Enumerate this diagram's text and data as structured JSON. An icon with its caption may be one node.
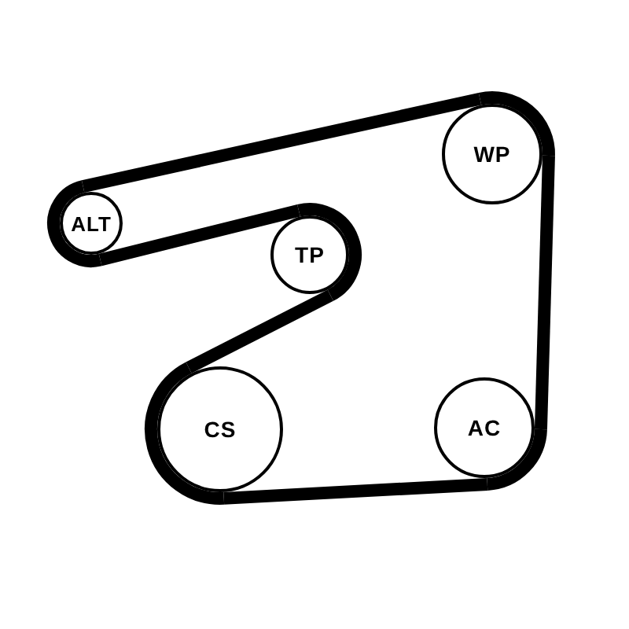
{
  "diagram": {
    "nodes": [
      {
        "text": [
          "ALT"
        ]
      },
      {
        "text": [
          "TP"
        ]
      },
      {
        "text": [
          "WP"
        ]
      },
      {
        "text": [
          "CS"
        ]
      },
      {
        "text": [
          "AC"
        ]
      }
    ],
    "edges": [
      {
        "from": 0,
        "to": 2,
        "arrow": "none"
      },
      {
        "from": 2,
        "to": 4,
        "arrow": "none"
      },
      {
        "from": 4,
        "to": 3,
        "arrow": "none"
      },
      {
        "from": 3,
        "to": 1,
        "arrow": "none"
      },
      {
        "from": 1,
        "to": 0,
        "arrow": "none"
      }
    ]
  }
}
